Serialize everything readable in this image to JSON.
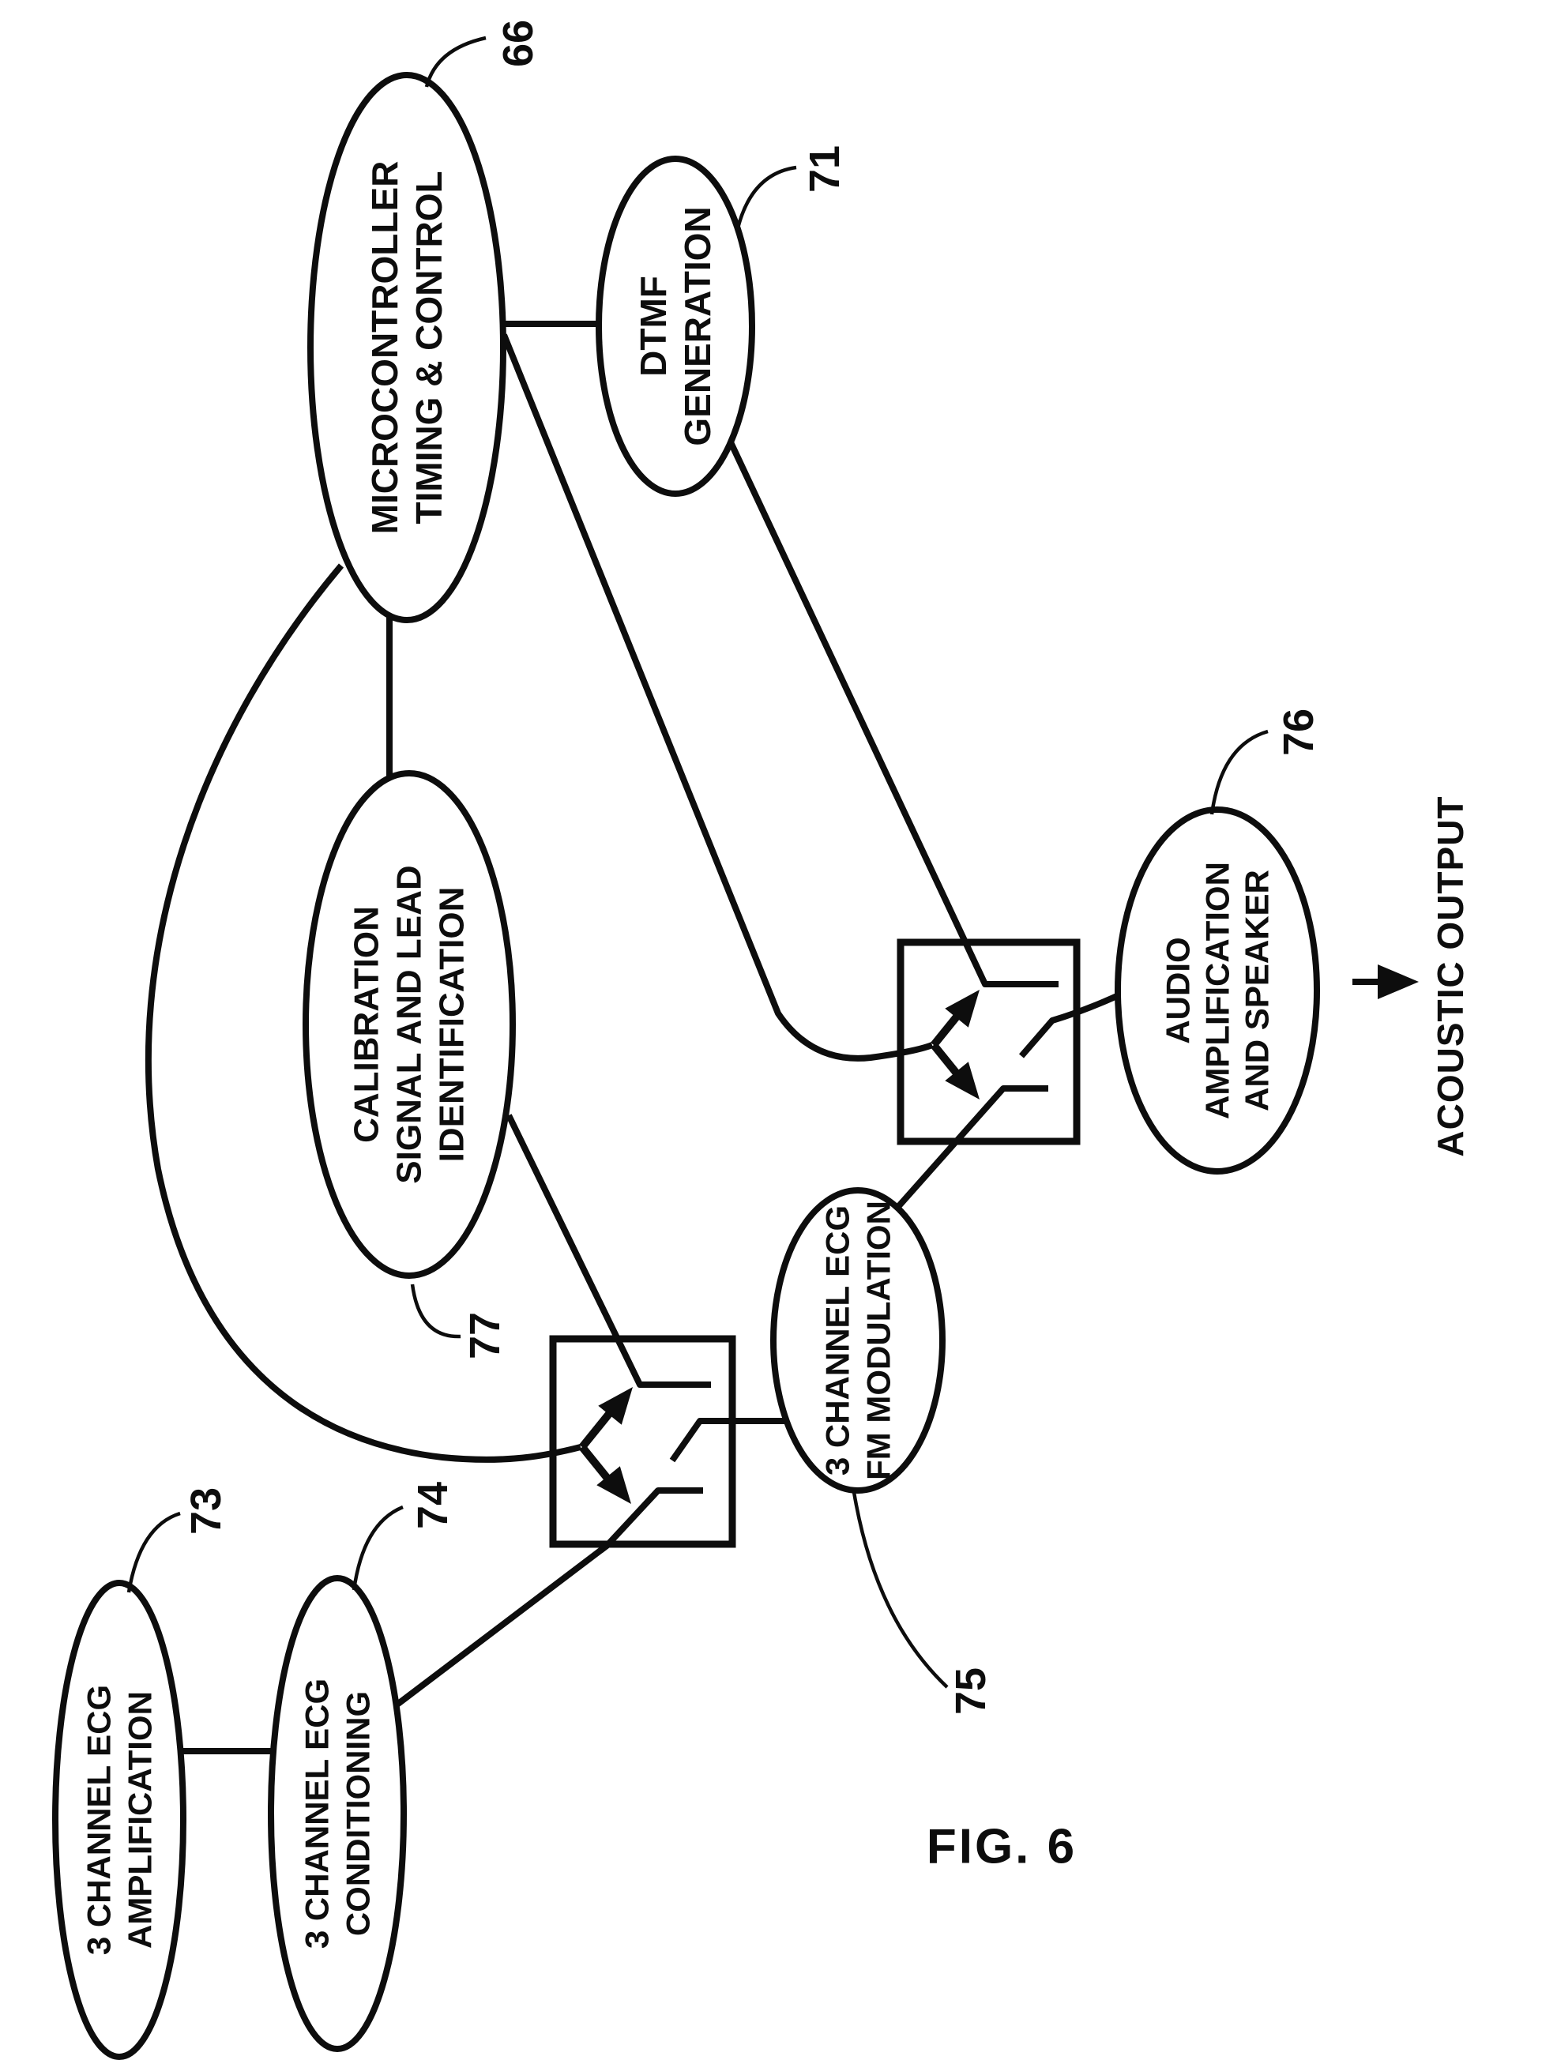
{
  "figure": {
    "caption": "FIG. 6"
  },
  "acoustic_output_label": "ACOUSTIC OUTPUT",
  "colors": {
    "ink": "#0d0d0d",
    "background": "#ffffff"
  },
  "nodes": {
    "microcontroller": {
      "ref": "66",
      "line1": "MICROCONTROLLER",
      "line2": "TIMING & CONTROL"
    },
    "dtmf": {
      "ref": "71",
      "line1": "DTMF",
      "line2": "GENERATION"
    },
    "calibration": {
      "ref": "77",
      "line1": "CALIBRATION",
      "line2": "SIGNAL AND LEAD",
      "line3": "IDENTIFICATION"
    },
    "fm_modulation": {
      "ref": "75",
      "line1": "3 CHANNEL ECG",
      "line2": "FM MODULATION"
    },
    "audio_amp": {
      "ref": "76",
      "line1": "AUDIO",
      "line2": "AMPLIFICATION",
      "line3": "AND SPEAKER"
    },
    "ecg_amplification": {
      "ref": "73",
      "line1": "3 CHANNEL ECG",
      "line2": "AMPLIFICATION"
    },
    "ecg_conditioning": {
      "ref": "74",
      "line1": "3 CHANNEL ECG",
      "line2": "CONDITIONING"
    }
  }
}
